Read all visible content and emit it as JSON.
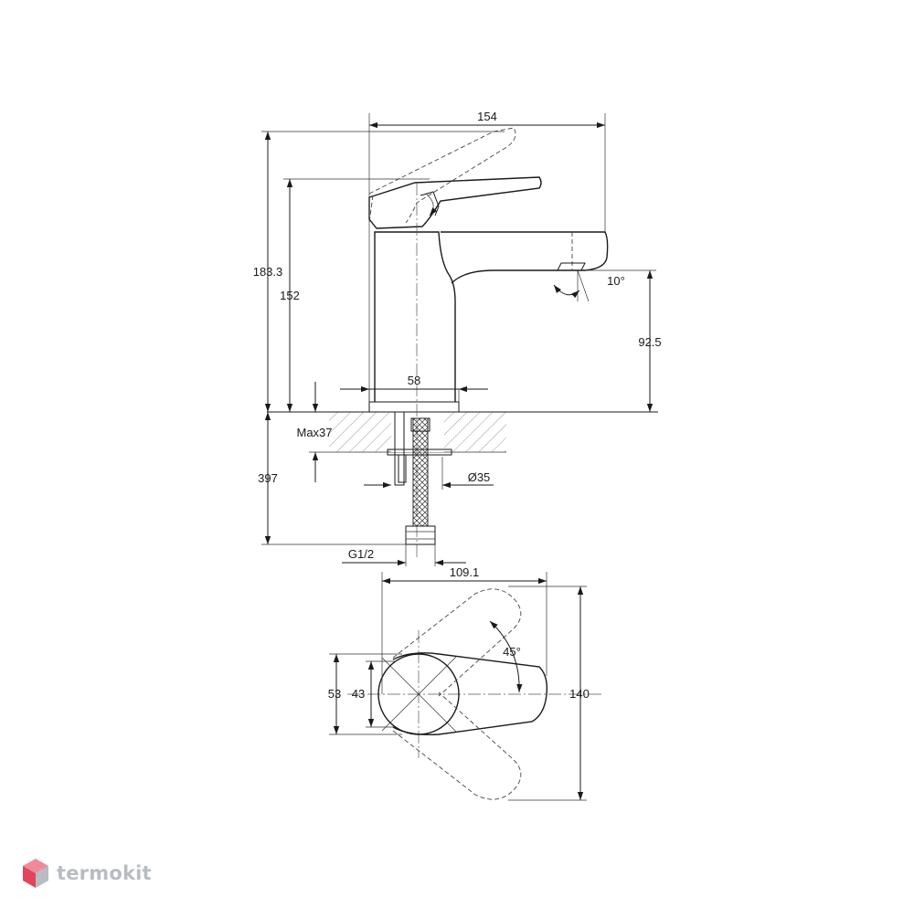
{
  "drawing": {
    "dimensions": {
      "width_top": "154",
      "height_total": "183.3",
      "height_handle": "152",
      "spout_height": "92.5",
      "spout_angle": "10°",
      "base_diameter": "58",
      "max_thickness": "Max37",
      "hose_length": "397",
      "shank_diameter": "Ø35",
      "thread": "G1/2",
      "plan_width": "109.1",
      "plan_angle": "45°",
      "plan_height_outer": "53",
      "plan_height_inner": "43",
      "plan_depth": "140"
    }
  },
  "brand": {
    "name": "termokit",
    "colors": {
      "logo_top": "#f08a9a",
      "logo_left": "#e0455c",
      "logo_right": "#b9bcc3"
    }
  }
}
